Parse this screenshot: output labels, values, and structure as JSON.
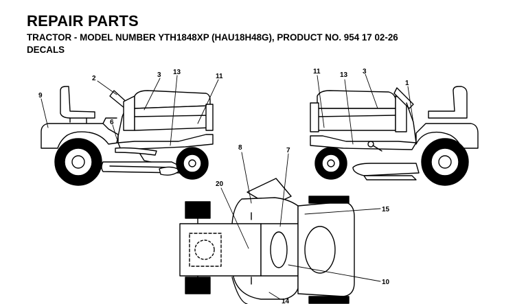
{
  "header": {
    "title": "REPAIR PARTS",
    "subtitle": "TRACTOR - MODEL NUMBER YTH1848XP (HAU18H48G), PRODUCT NO. 954 17 02-26",
    "section": "DECALS"
  },
  "callouts": {
    "left_view": [
      "2",
      "3",
      "13",
      "11",
      "9",
      "6"
    ],
    "right_view": [
      "11",
      "13",
      "3",
      "1"
    ],
    "top_view": [
      "8",
      "7",
      "20",
      "15",
      "10",
      "14"
    ]
  }
}
